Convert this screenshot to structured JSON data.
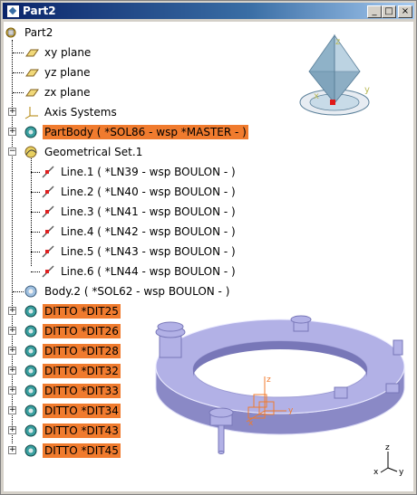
{
  "window": {
    "title": "Part2",
    "minimize": "_",
    "maximize": "□",
    "close": "×"
  },
  "tree": {
    "root": "Part2",
    "planes": [
      "xy plane",
      "yz plane",
      "zx plane"
    ],
    "axis_systems": "Axis Systems",
    "part_body": "PartBody ( *SOL86 - wsp *MASTER -  )",
    "geometrical_set": "Geometrical Set.1",
    "lines": [
      "Line.1 ( *LN39 - wsp BOULON -  )",
      "Line.2 ( *LN40 - wsp BOULON -  )",
      "Line.3 ( *LN41 - wsp BOULON -  )",
      "Line.4 ( *LN42 - wsp BOULON -  )",
      "Line.5 ( *LN43 - wsp BOULON -  )",
      "Line.6 ( *LN44 - wsp BOULON -  )"
    ],
    "body2": "Body.2 ( *SOL62 - wsp BOULON -  )",
    "dittos": [
      "DITTO *DIT25",
      "DITTO *DIT26",
      "DITTO *DIT28",
      "DITTO *DIT32",
      "DITTO *DIT33",
      "DITTO *DIT34",
      "DITTO *DIT43",
      "DITTO *DIT45"
    ]
  },
  "compass_axes": {
    "z": "z",
    "x": "x",
    "y": "y"
  },
  "origin_axes": {
    "z": "z",
    "x": "x",
    "y": "y"
  },
  "corner_axes": {
    "z": "z",
    "x": "x",
    "y": "y"
  },
  "colors": {
    "highlight": "#f07b2e",
    "ring": "#a9a8e0",
    "title_start": "#0a246a"
  }
}
